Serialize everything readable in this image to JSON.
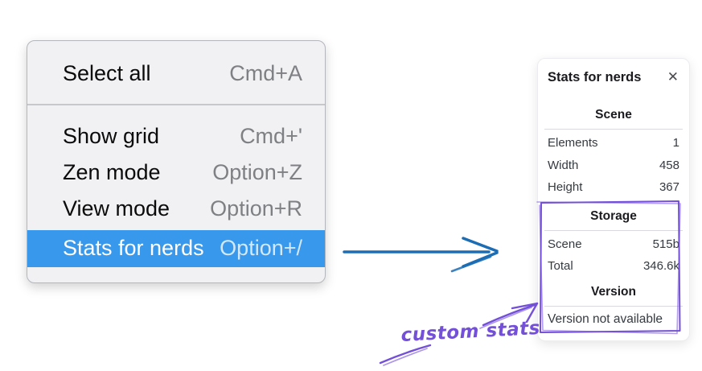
{
  "menu": {
    "items": [
      {
        "label": "Select all",
        "shortcut": "Cmd+A",
        "selected": false
      },
      {
        "label": "Show grid",
        "shortcut": "Cmd+'",
        "selected": false
      },
      {
        "label": "Zen mode",
        "shortcut": "Option+Z",
        "selected": false
      },
      {
        "label": "View mode",
        "shortcut": "Option+R",
        "selected": false
      },
      {
        "label": "Stats for nerds",
        "shortcut": "Option+/",
        "selected": true
      }
    ]
  },
  "panel": {
    "title": "Stats for nerds",
    "close_icon": "✕",
    "sections": [
      {
        "header": "Scene",
        "rows": [
          {
            "label": "Elements",
            "value": "1"
          },
          {
            "label": "Width",
            "value": "458"
          },
          {
            "label": "Height",
            "value": "367"
          }
        ]
      },
      {
        "header": "Storage",
        "rows": [
          {
            "label": "Scene",
            "value": "515b"
          },
          {
            "label": "Total",
            "value": "346.6k"
          }
        ]
      },
      {
        "header": "Version",
        "note": "Version not available"
      }
    ]
  },
  "annotation": {
    "label": "custom stats"
  },
  "colors": {
    "menu_highlight": "#3898ec",
    "menu_bg": "#f1f1f3",
    "blue_arrow": "#1c6db4",
    "purple_accent": "#7450d8",
    "shortcut_gray": "#7e8084"
  }
}
